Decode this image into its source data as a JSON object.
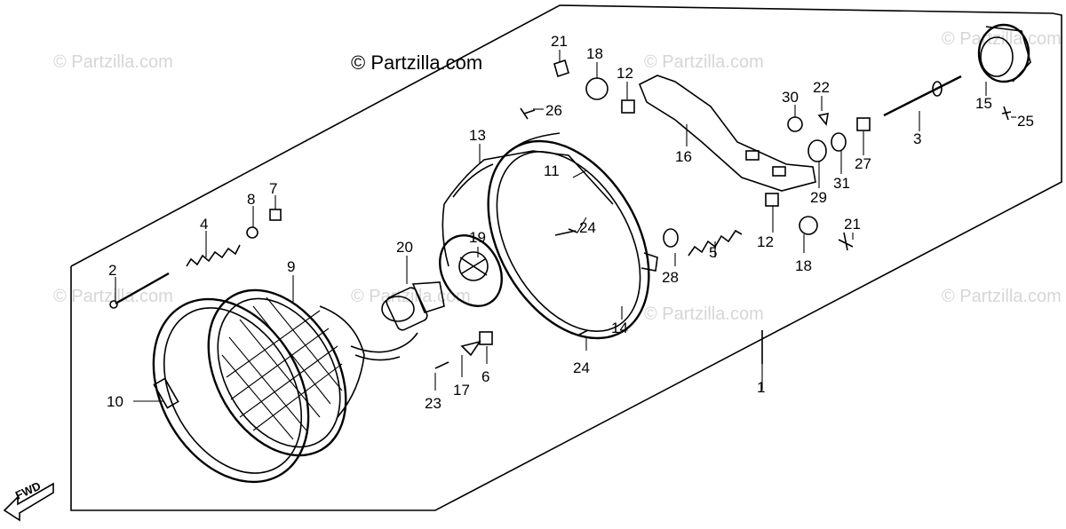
{
  "copyright": "© Partzilla.com",
  "watermark_text": "© Partzilla.com",
  "fwd_label": "FWD",
  "parts": [
    {
      "id": "1",
      "label": "1"
    },
    {
      "id": "2",
      "label": "2"
    },
    {
      "id": "3",
      "label": "3"
    },
    {
      "id": "4",
      "label": "4"
    },
    {
      "id": "5",
      "label": "5"
    },
    {
      "id": "6",
      "label": "6"
    },
    {
      "id": "7",
      "label": "7"
    },
    {
      "id": "8",
      "label": "8"
    },
    {
      "id": "9",
      "label": "9"
    },
    {
      "id": "10",
      "label": "10"
    },
    {
      "id": "11",
      "label": "11"
    },
    {
      "id": "12a",
      "label": "12"
    },
    {
      "id": "12b",
      "label": "12"
    },
    {
      "id": "13",
      "label": "13"
    },
    {
      "id": "14",
      "label": "14"
    },
    {
      "id": "15",
      "label": "15"
    },
    {
      "id": "16",
      "label": "16"
    },
    {
      "id": "17",
      "label": "17"
    },
    {
      "id": "18a",
      "label": "18"
    },
    {
      "id": "18b",
      "label": "18"
    },
    {
      "id": "19",
      "label": "19"
    },
    {
      "id": "20",
      "label": "20"
    },
    {
      "id": "21a",
      "label": "21"
    },
    {
      "id": "21b",
      "label": "21"
    },
    {
      "id": "22",
      "label": "22"
    },
    {
      "id": "23",
      "label": "23"
    },
    {
      "id": "24a",
      "label": "24"
    },
    {
      "id": "24b",
      "label": "24"
    },
    {
      "id": "25",
      "label": "25"
    },
    {
      "id": "26",
      "label": "26"
    },
    {
      "id": "27",
      "label": "27"
    },
    {
      "id": "28",
      "label": "28"
    },
    {
      "id": "29",
      "label": "29"
    },
    {
      "id": "30",
      "label": "30"
    },
    {
      "id": "31",
      "label": "31"
    }
  ],
  "colors": {
    "ink": "#000000",
    "watermark": "#d6d6d6",
    "background": "#ffffff"
  }
}
